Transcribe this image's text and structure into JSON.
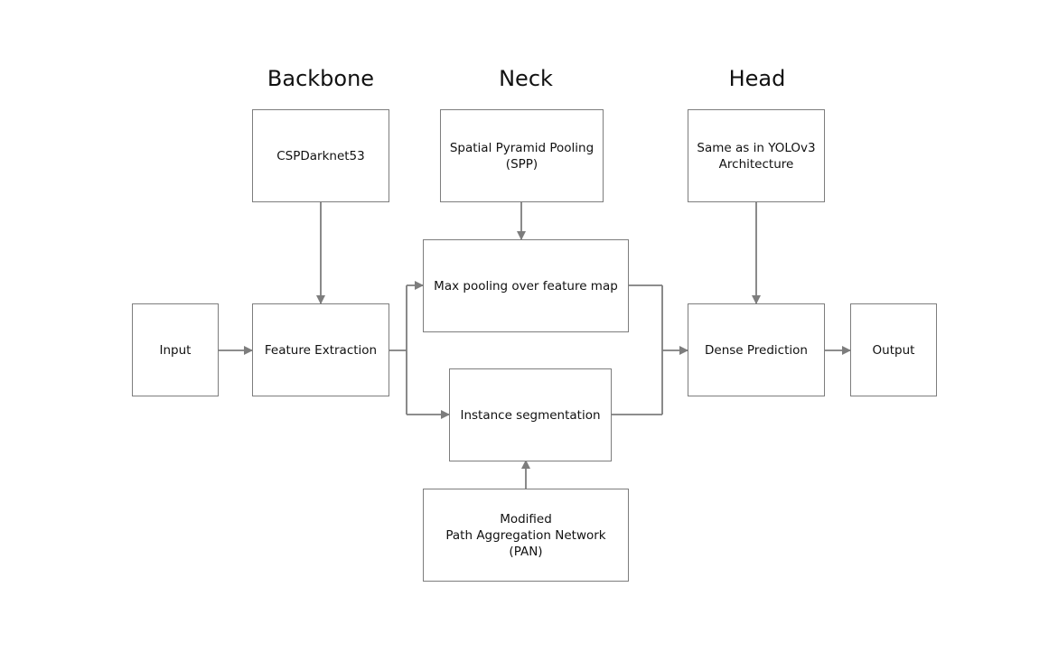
{
  "headers": {
    "backbone": "Backbone",
    "neck": "Neck",
    "head": "Head"
  },
  "nodes": {
    "input": "Input",
    "cspdarknet": "CSPDarknet53",
    "feature_extraction": "Feature Extraction",
    "spp": "Spatial Pyramid Pooling\n(SPP)",
    "max_pooling": "Max pooling over feature map",
    "instance_segmentation": "Instance segmentation",
    "pan": "Modified\nPath Aggregation Network\n(PAN)",
    "yolov3": "Same as in YOLOv3\nArchitecture",
    "dense_prediction": "Dense Prediction",
    "output": "Output"
  },
  "colors": {
    "stroke": "#7d7d7d",
    "text": "#111111",
    "background": "#ffffff"
  }
}
